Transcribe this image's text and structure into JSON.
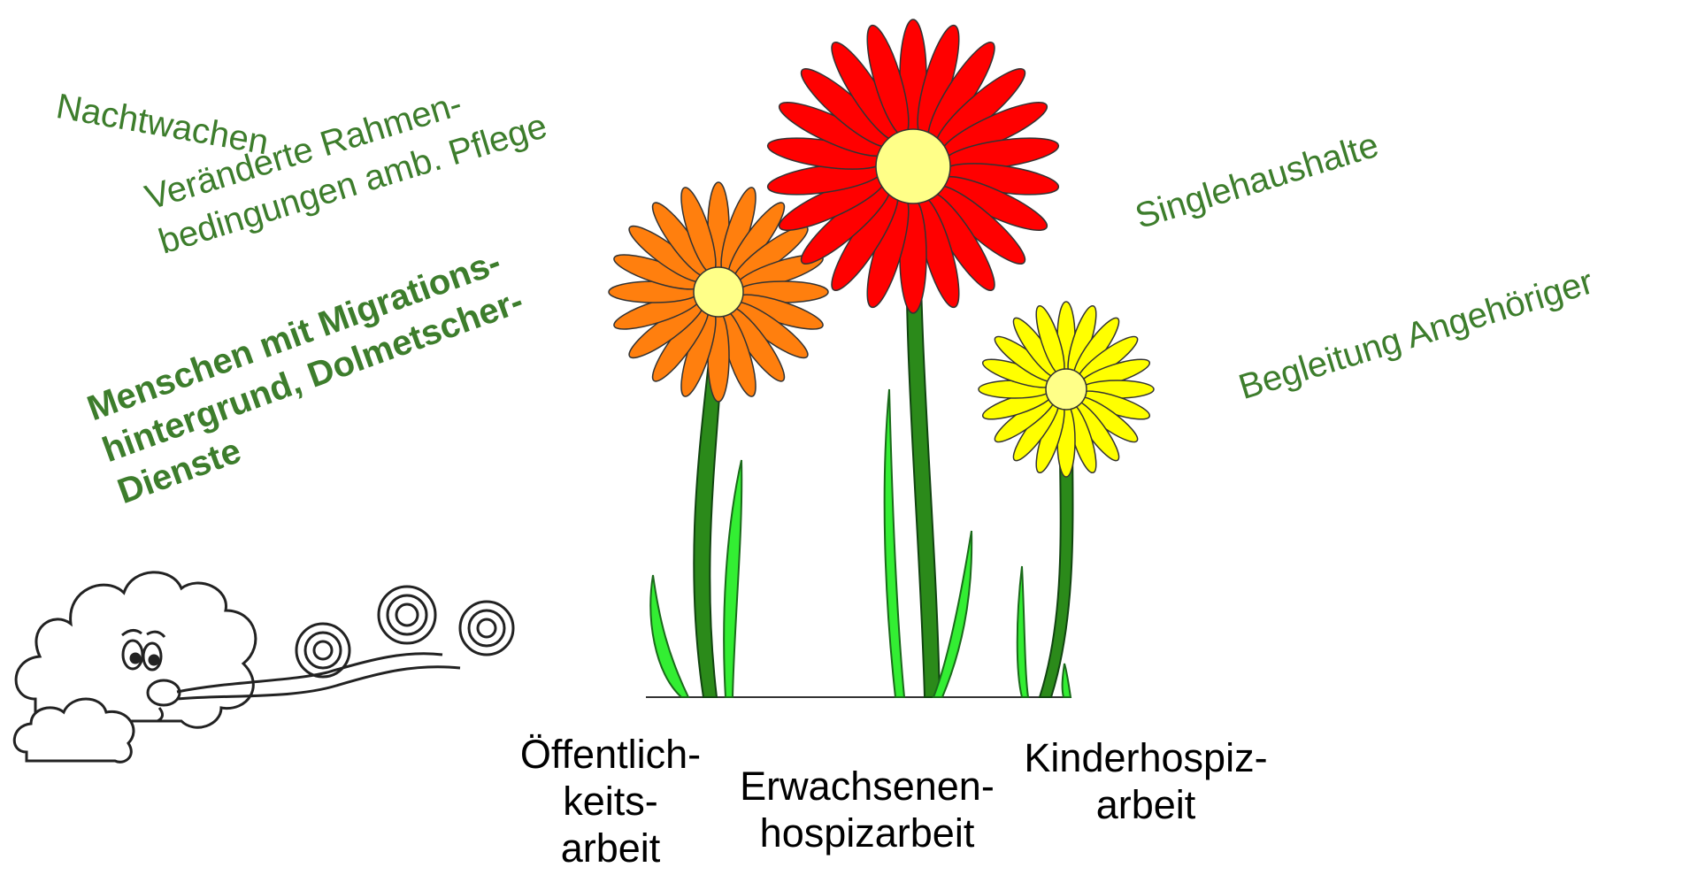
{
  "texts": {
    "nachtwachen": "Nachtwachen",
    "rahmen_line1": "Veränderte Rahmen-",
    "rahmen_line2": "bedingungen amb. Pflege",
    "migration_line1": "Menschen mit Migrations-",
    "migration_line2": "hintergrund, Dolmetscher-",
    "migration_line3": "Dienste",
    "singlehaushalte": "Singlehaushalte",
    "begleitung": "Begleitung Angehöriger"
  },
  "labels": {
    "oeffentlichkeit": [
      "Öffentlich-",
      "keits-",
      "arbeit"
    ],
    "erwachsenen": [
      "Erwachsenen-",
      "hospizarbeit"
    ],
    "kinder": [
      "Kinderhospiz-",
      "arbeit"
    ]
  },
  "colors": {
    "text_green": "#3d7d2c",
    "flower_red": "#ff0000",
    "flower_orange": "#ff7f0e",
    "flower_yellow": "#ffff00",
    "flower_center": "#ffff88",
    "stem_dark": "#2b8a1a",
    "leaf_light": "#33ee33"
  },
  "icons": {
    "cloud": "blowing-wind-cloud-icon"
  }
}
